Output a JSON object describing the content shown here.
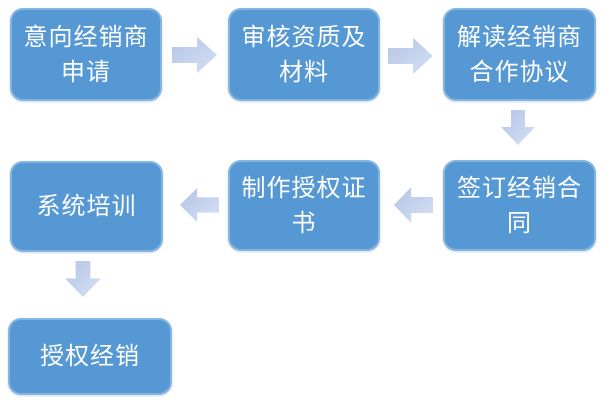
{
  "flowchart": {
    "type": "process-flow",
    "language": "zh-CN",
    "colors": {
      "box_fill": "#5598d4",
      "box_text": "#ffffff",
      "arrow_fill_dark": "#b3c4e6",
      "arrow_fill_light": "#d6e0f4",
      "background": "#ffffff"
    },
    "nodes": [
      {
        "id": 1,
        "label": "意向经销商申请"
      },
      {
        "id": 2,
        "label": "审核资质及材料"
      },
      {
        "id": 3,
        "label": "解读经销商合作协议"
      },
      {
        "id": 4,
        "label": "签订经销合同"
      },
      {
        "id": 5,
        "label": "制作授权证书"
      },
      {
        "id": 6,
        "label": "系统培训"
      },
      {
        "id": 7,
        "label": "授权经销"
      }
    ],
    "edges": [
      {
        "from": 1,
        "to": 2,
        "direction": "right"
      },
      {
        "from": 2,
        "to": 3,
        "direction": "right"
      },
      {
        "from": 3,
        "to": 4,
        "direction": "down"
      },
      {
        "from": 4,
        "to": 5,
        "direction": "left"
      },
      {
        "from": 5,
        "to": 6,
        "direction": "left"
      },
      {
        "from": 6,
        "to": 7,
        "direction": "down"
      }
    ]
  }
}
